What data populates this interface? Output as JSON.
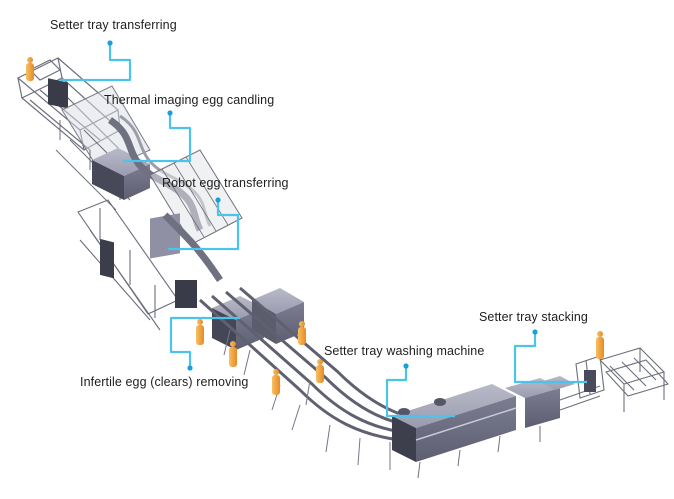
{
  "diagram": {
    "title": "Hatchery egg transfer line",
    "accent_color": "#4cc3ea",
    "dot_color": "#1a9fd6",
    "machine_color": "#8e8fa3",
    "frame_color": "#6d6f7c",
    "operator_color": "#f2a640",
    "callouts": [
      {
        "id": "setter-tray-transferring",
        "label": "Setter tray transferring"
      },
      {
        "id": "thermal-imaging-egg-candling",
        "label": "Thermal imaging egg candling"
      },
      {
        "id": "robot-egg-transferring",
        "label": "Robot egg transferring"
      },
      {
        "id": "infertile-egg-clears-removing",
        "label": "Infertile egg (clears) removing"
      },
      {
        "id": "setter-tray-washing-machine",
        "label": "Setter tray washing machine"
      },
      {
        "id": "setter-tray-stacking",
        "label": "Setter tray stacking"
      }
    ]
  }
}
